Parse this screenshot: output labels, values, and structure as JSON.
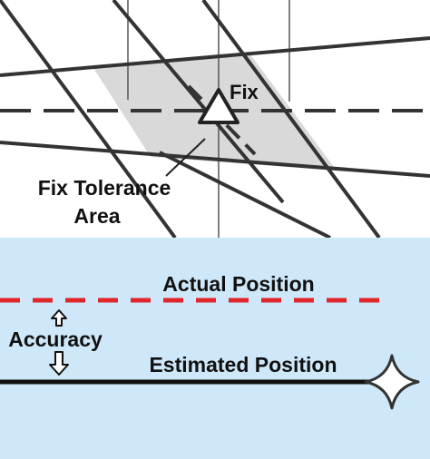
{
  "labels": {
    "fix": "Fix",
    "fix_tolerance_line1": "Fix Tolerance",
    "fix_tolerance_line2": "Area",
    "actual_position": "Actual Position",
    "accuracy": "Accuracy",
    "estimated_position": "Estimated Position"
  },
  "colors": {
    "top_background": "#ffffff",
    "bottom_background": "#cfe8f9",
    "tolerance_area_fill": "#d9d9d9",
    "line": "#333333",
    "actual_position_line": "#e0252b",
    "estimated_position_line": "#111111"
  },
  "icons": {
    "fix_marker": "triangle-icon",
    "waypoint_marker": "waypoint-star-icon",
    "accuracy_up": "arrow-up-icon",
    "accuracy_down": "arrow-down-icon"
  }
}
